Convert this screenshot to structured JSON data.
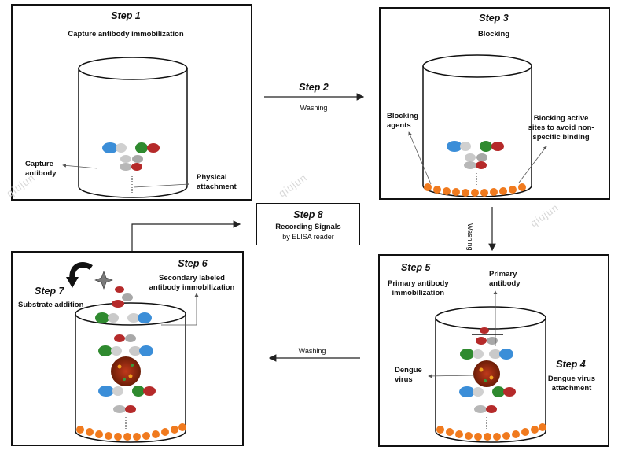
{
  "step1": {
    "title": "Step 1",
    "subtitle": "Capture antibody immobilization",
    "label_capture_line1": "Capture",
    "label_capture_line2": "antibody",
    "label_attach_line1": "Physical",
    "label_attach_line2": "attachment"
  },
  "step2": {
    "title": "Step 2",
    "subtitle": "Washing"
  },
  "step3": {
    "title": "Step 3",
    "subtitle": "Blocking",
    "label_agents_line1": "Blocking",
    "label_agents_line2": "agents",
    "label_sites_line1": "Blocking active",
    "label_sites_line2": "sites to avoid non-",
    "label_sites_line3": "specific binding"
  },
  "wash_vertical": "Washing",
  "step4": {
    "title": "Step 4",
    "line1": "Dengue virus",
    "line2": "attachment",
    "label_virus_line1": "Dengue",
    "label_virus_line2": "virus"
  },
  "step5": {
    "title": "Step 5",
    "line1": "Primary antibody",
    "line2": "immobilization",
    "label_primary_line1": "Primary",
    "label_primary_line2": "antibody"
  },
  "wash_bottom": "Washing",
  "step6": {
    "title": "Step 6",
    "line1": "Secondary labeled",
    "line2": "antibody immobilization"
  },
  "step7": {
    "title": "Step 7",
    "subtitle": "Substrate addition"
  },
  "step8": {
    "title": "Step 8",
    "line1": "Recording Signals",
    "line2": "by ELISA reader"
  },
  "watermark": "qiujun",
  "colors": {
    "bead": "#f07a1e",
    "antibody_blue": "#3b8ed8",
    "antibody_green": "#2f8a2f",
    "antibody_red": "#b52a2a",
    "antibody_grey": "#9a9a9a",
    "virus_core": "#8a2d0c"
  }
}
